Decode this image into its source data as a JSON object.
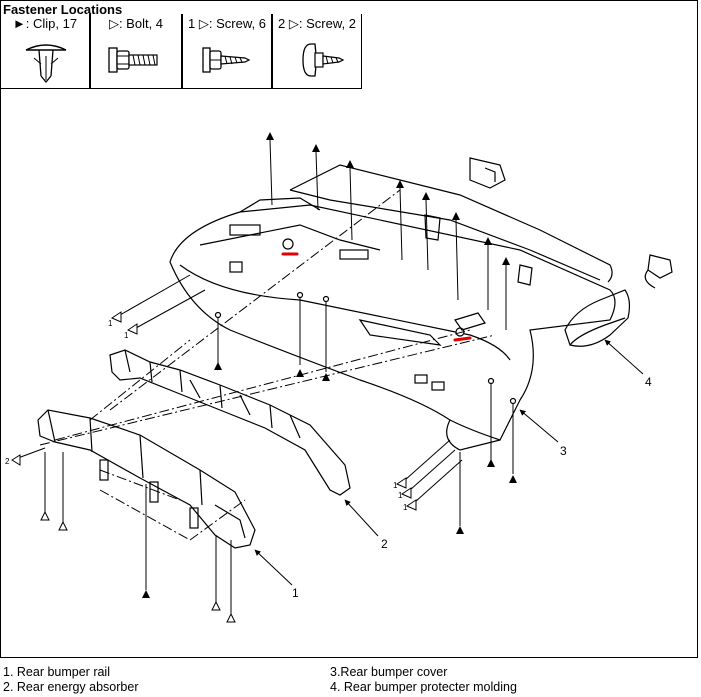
{
  "header": {
    "title": "Fastener Locations"
  },
  "fasteners": [
    {
      "label": "►: Clip, 17",
      "icon": "clip-icon"
    },
    {
      "label": "▷: Bolt, 4",
      "icon": "bolt-icon"
    },
    {
      "label": "1 ▷: Screw, 6",
      "icon": "screw-icon"
    },
    {
      "label": "2 ▷: Screw, 2",
      "icon": "screw-washer-icon"
    }
  ],
  "callouts": [
    "1",
    "2",
    "3",
    "4"
  ],
  "marker_numbers": {
    "one": "1",
    "two": "2"
  },
  "highlight_color": "#e00000",
  "legend": {
    "item1": "1. Rear bumper rail",
    "item2": "2. Rear energy absorber",
    "item3": "3.Rear bumper cover",
    "item4": "4. Rear bumper protecter molding"
  }
}
